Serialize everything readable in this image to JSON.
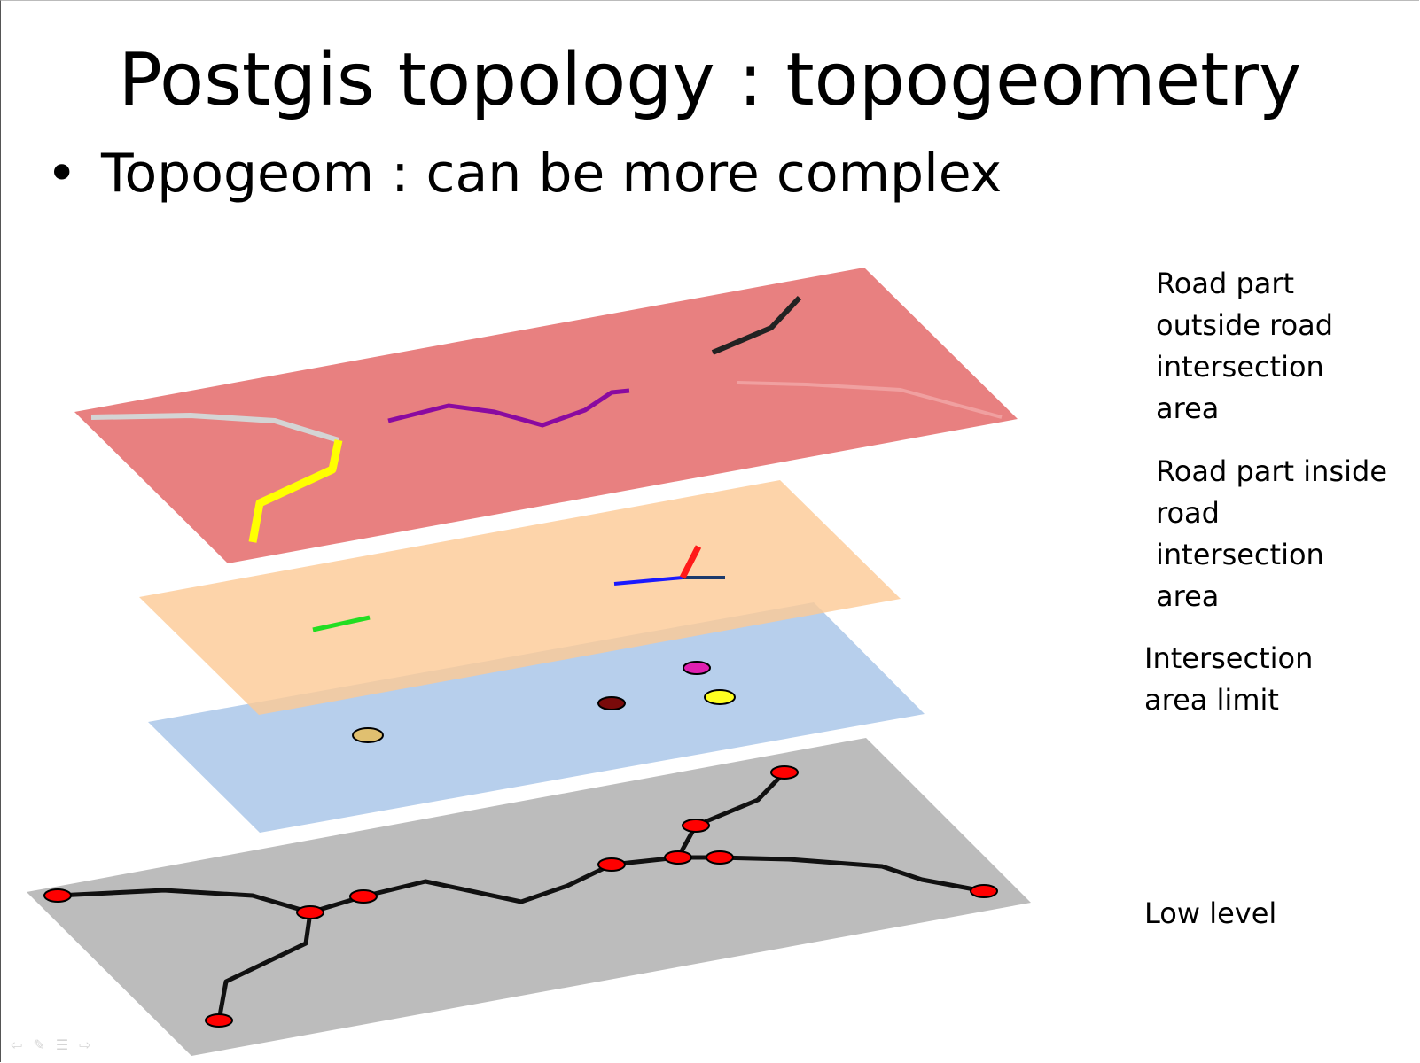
{
  "slide": {
    "title": "Postgis topology : topogeometry",
    "bullet": "Topogeom : can be more complex"
  },
  "layers": [
    {
      "label": "Road part\noutside road\nintersection\narea",
      "color": "#e88080"
    },
    {
      "label": "Road part inside\nroad\nintersection\narea",
      "color": "#fcd0a6"
    },
    {
      "label": "Intersection\narea limit",
      "color": "#b7cfec"
    },
    {
      "label": "Low level",
      "color": "#bcbcbc"
    }
  ],
  "colors": {
    "node_red": "#ff0000",
    "edge_black": "#111111",
    "road_yellow": "#ffff00",
    "road_purple": "#8a0aa0",
    "road_grey": "#d4d4d4",
    "road_salmon": "#f0a0a0",
    "road_dark": "#222222",
    "inner_green": "#22dd22",
    "inner_red": "#ff1a1a",
    "inner_blue": "#1a1aff",
    "inner_navy": "#1c3a6c",
    "point_magenta": "#e020b0",
    "point_darkred": "#7a0a0a",
    "point_yellow": "#ffff20",
    "point_tan": "#e0c070"
  },
  "nav_icons": [
    "back-arrow-icon",
    "pen-icon",
    "menu-icon",
    "forward-arrow-icon"
  ]
}
